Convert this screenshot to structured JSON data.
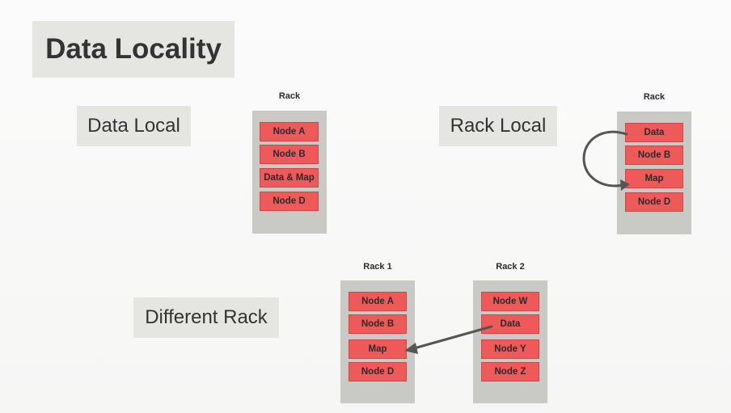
{
  "title": "Data Locality",
  "scenarios": {
    "data_local": {
      "label": "Data Local",
      "rack_title": "Rack",
      "nodes": [
        "Node A",
        "Node B",
        "Data & Map",
        "Node D"
      ]
    },
    "rack_local": {
      "label": "Rack Local",
      "rack_title": "Rack",
      "nodes": [
        "Data",
        "Node B",
        "Map",
        "Node D"
      ]
    },
    "different_rack": {
      "label": "Different Rack",
      "rack1": {
        "title": "Rack 1",
        "nodes": [
          "Node A",
          "Node B",
          "Map",
          "Node D"
        ]
      },
      "rack2": {
        "title": "Rack 2",
        "nodes": [
          "Node W",
          "Data",
          "Node Y",
          "Node Z"
        ]
      }
    }
  },
  "colors": {
    "node_fill": "#ee5a5a",
    "rack_fill": "#c9c9c6",
    "label_fill": "#e5e5e2",
    "arrow": "#555555"
  }
}
